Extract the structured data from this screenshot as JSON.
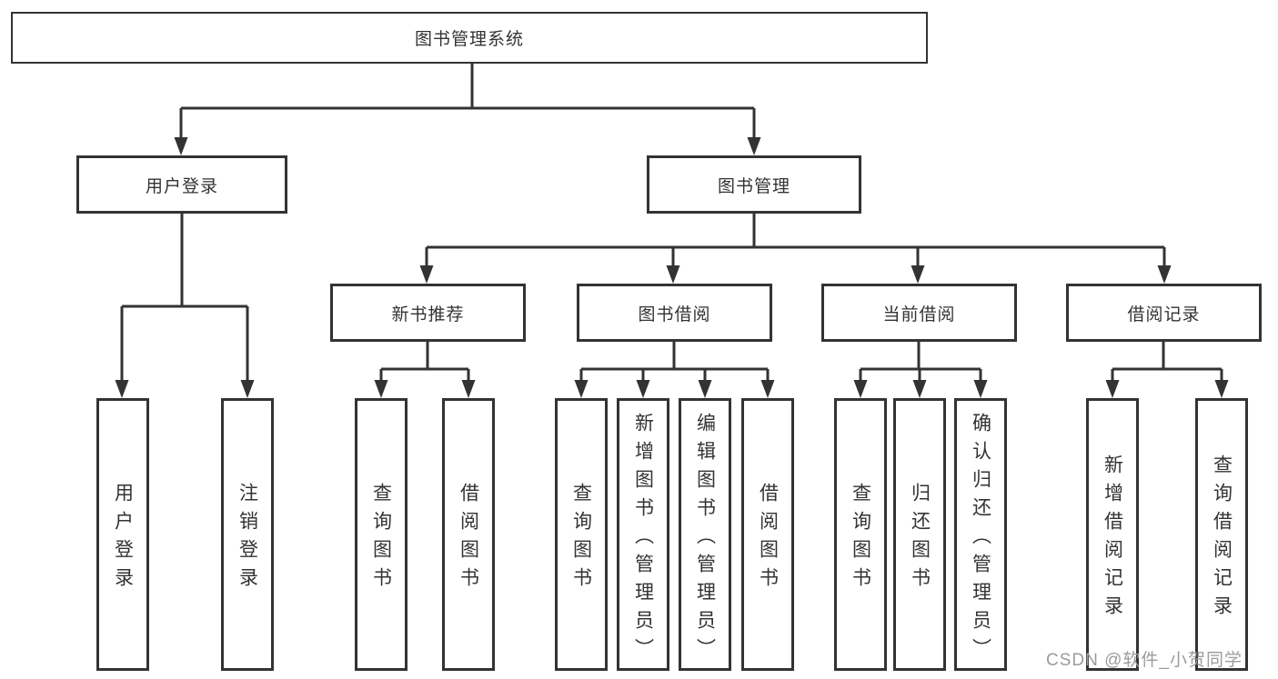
{
  "diagram": {
    "type": "tree",
    "title": "图书管理系统",
    "colors": {
      "line": "#333333",
      "text": "#333333",
      "node_background": "#ffffff",
      "watermark": "#9c9c9c",
      "background": "#ffffff"
    },
    "nodes": {
      "root": {
        "label": "图书管理系统"
      },
      "user_login": {
        "label": "用户登录"
      },
      "book_mgmt": {
        "label": "图书管理"
      },
      "new_book_rec": {
        "label": "新书推荐"
      },
      "book_borrow": {
        "label": "图书借阅"
      },
      "current_borrow": {
        "label": "当前借阅"
      },
      "borrow_record": {
        "label": "借阅记录"
      },
      "leaf_user_login": {
        "label": "用户登录"
      },
      "leaf_logout": {
        "label": "注销登录"
      },
      "leaf_query_book_1": {
        "label": "查询图书"
      },
      "leaf_borrow_book_1": {
        "label": "借阅图书"
      },
      "leaf_query_book_2": {
        "label": "查询图书"
      },
      "leaf_add_book": {
        "label": "新增图书（管理员）"
      },
      "leaf_edit_book": {
        "label": "编辑图书（管理员）"
      },
      "leaf_borrow_book_2": {
        "label": "借阅图书"
      },
      "leaf_query_book_3": {
        "label": "查询图书"
      },
      "leaf_return_book": {
        "label": "归还图书"
      },
      "leaf_confirm_return": {
        "label": "确认归还（管理员）"
      },
      "leaf_add_record": {
        "label": "新增借阅记录"
      },
      "leaf_query_record": {
        "label": "查询借阅记录"
      }
    },
    "hierarchy": {
      "root": [
        "user_login",
        "book_mgmt"
      ],
      "user_login": [
        "leaf_user_login",
        "leaf_logout"
      ],
      "book_mgmt": [
        "new_book_rec",
        "book_borrow",
        "current_borrow",
        "borrow_record"
      ],
      "new_book_rec": [
        "leaf_query_book_1",
        "leaf_borrow_book_1"
      ],
      "book_borrow": [
        "leaf_query_book_2",
        "leaf_add_book",
        "leaf_edit_book",
        "leaf_borrow_book_2"
      ],
      "current_borrow": [
        "leaf_query_book_3",
        "leaf_return_book",
        "leaf_confirm_return"
      ],
      "borrow_record": [
        "leaf_add_record",
        "leaf_query_record"
      ]
    }
  },
  "watermark": {
    "text": "CSDN @软件_小贺同学"
  }
}
